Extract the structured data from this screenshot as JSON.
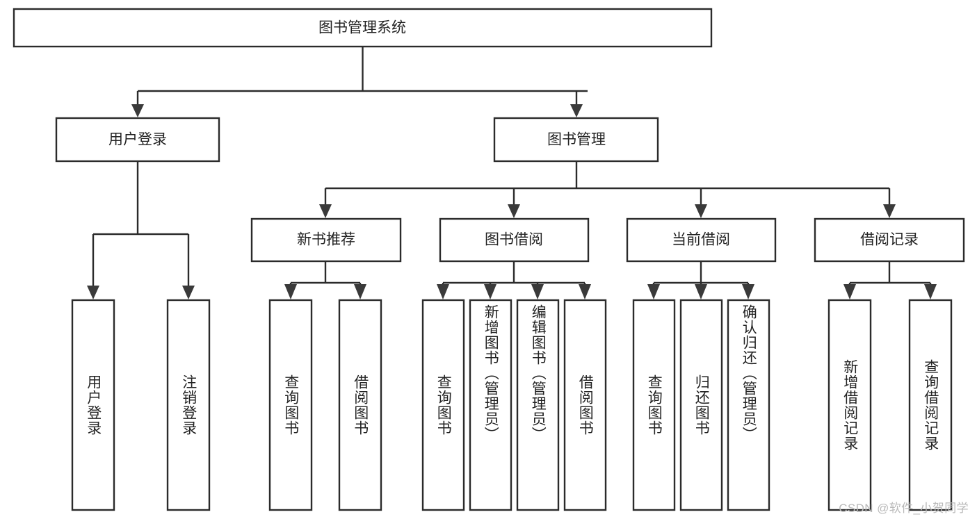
{
  "diagram": {
    "type": "tree-hierarchy-chart",
    "title": "图书管理系统",
    "watermark": "CSDN @软件_小贺同学",
    "colors": {
      "background": "#ffffff",
      "stroke": "#2b2b2b",
      "text": "#232323",
      "arrow": "#3a3a3a",
      "watermark": "#b9b9b9"
    },
    "levels": {
      "root": {
        "label": "图书管理系统"
      },
      "level2": [
        {
          "label": "用户登录"
        },
        {
          "label": "图书管理"
        }
      ],
      "level3": [
        {
          "label": "新书推荐"
        },
        {
          "label": "图书借阅"
        },
        {
          "label": "当前借阅"
        },
        {
          "label": "借阅记录"
        }
      ]
    },
    "leaves": {
      "user_login": [
        {
          "label": "用户登录"
        },
        {
          "label": "注销登录"
        }
      ],
      "new_book_recommend": [
        {
          "label": "查询图书"
        },
        {
          "label": "借阅图书"
        }
      ],
      "book_borrow": [
        {
          "label": "查询图书"
        },
        {
          "label": "新增图书（管理员）"
        },
        {
          "label": "编辑图书（管理员）"
        },
        {
          "label": "借阅图书"
        }
      ],
      "current_borrow": [
        {
          "label": "查询图书"
        },
        {
          "label": "归还图书"
        },
        {
          "label": "确认归还（管理员）"
        }
      ],
      "borrow_record": [
        {
          "label": "新增借阅记录"
        },
        {
          "label": "查询借阅记录"
        }
      ]
    }
  }
}
